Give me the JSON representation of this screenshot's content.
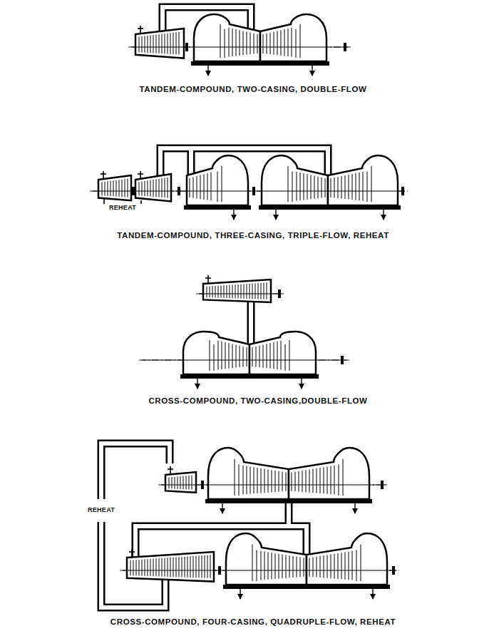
{
  "diagram": {
    "labels": [
      "TANDEM-COMPOUND, TWO-CASING, DOUBLE-FLOW",
      "REHEAT",
      "TANDEM-COMPOUND, THREE-CASING, TRIPLE-FLOW, REHEAT",
      "CROSS-COMPOUND, TWO-CASING,DOUBLE-FLOW",
      "REHEAT",
      "CROSS-COMPOUND, FOUR-CASING, QUADRUPLE-FLOW, REHEAT"
    ]
  }
}
